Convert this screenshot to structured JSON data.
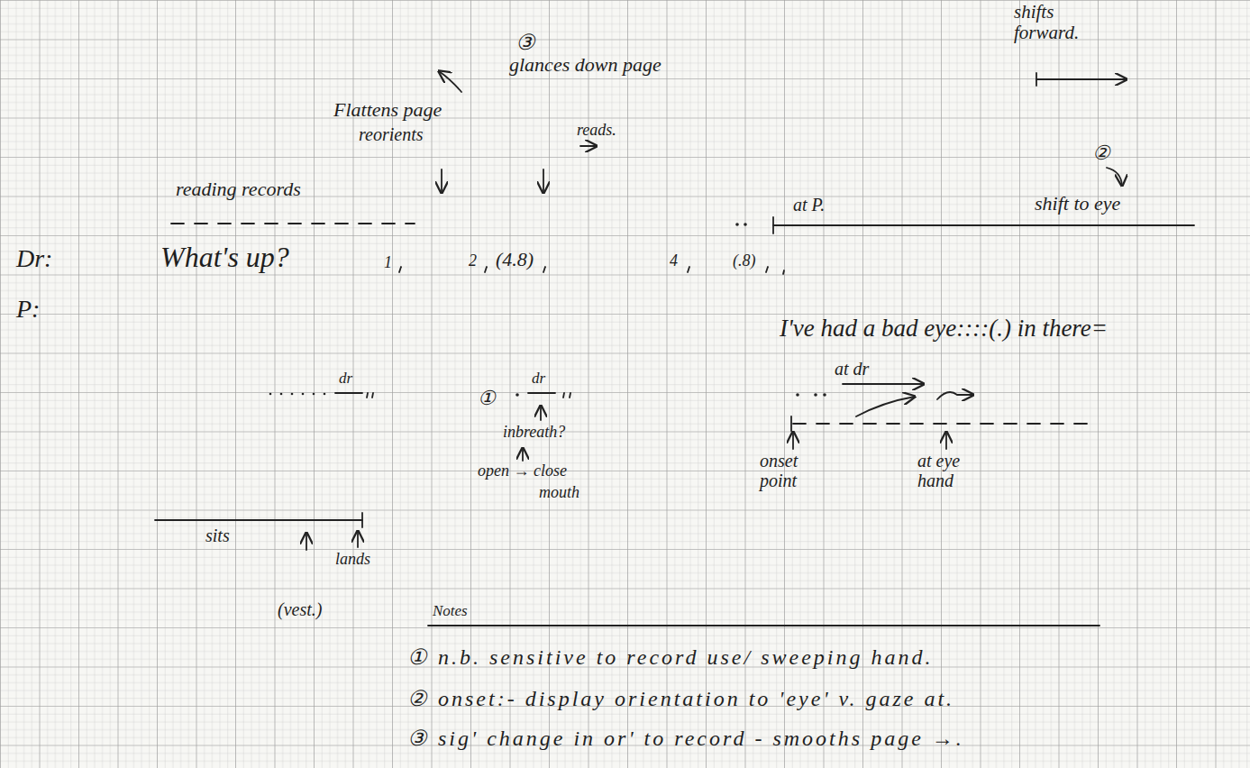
{
  "diagram": {
    "labels": [
      "shifts forward.",
      "③",
      "glances down page",
      "Flattens page",
      "reorients",
      "reads.",
      "reading records",
      "②",
      "shift to eye",
      "at P.",
      "Dr:",
      "What's up?",
      "1",
      "2",
      "(4.8)",
      "4",
      "(.8)",
      "P:",
      "I've had a bad eye::::(.) in there=",
      "dr",
      "①",
      "dr",
      "inbreath?",
      "open → close",
      "mouth",
      "at dr",
      "onset point",
      "at eye hand",
      "sits",
      "lands",
      "(vest.)",
      "Notes",
      "① n.b. sensitive to record use/ sweeping hand.",
      "② onset:- display orientation to 'eye' v. gaze at.",
      "③ sig' change in or' to record - smooths page →."
    ]
  }
}
